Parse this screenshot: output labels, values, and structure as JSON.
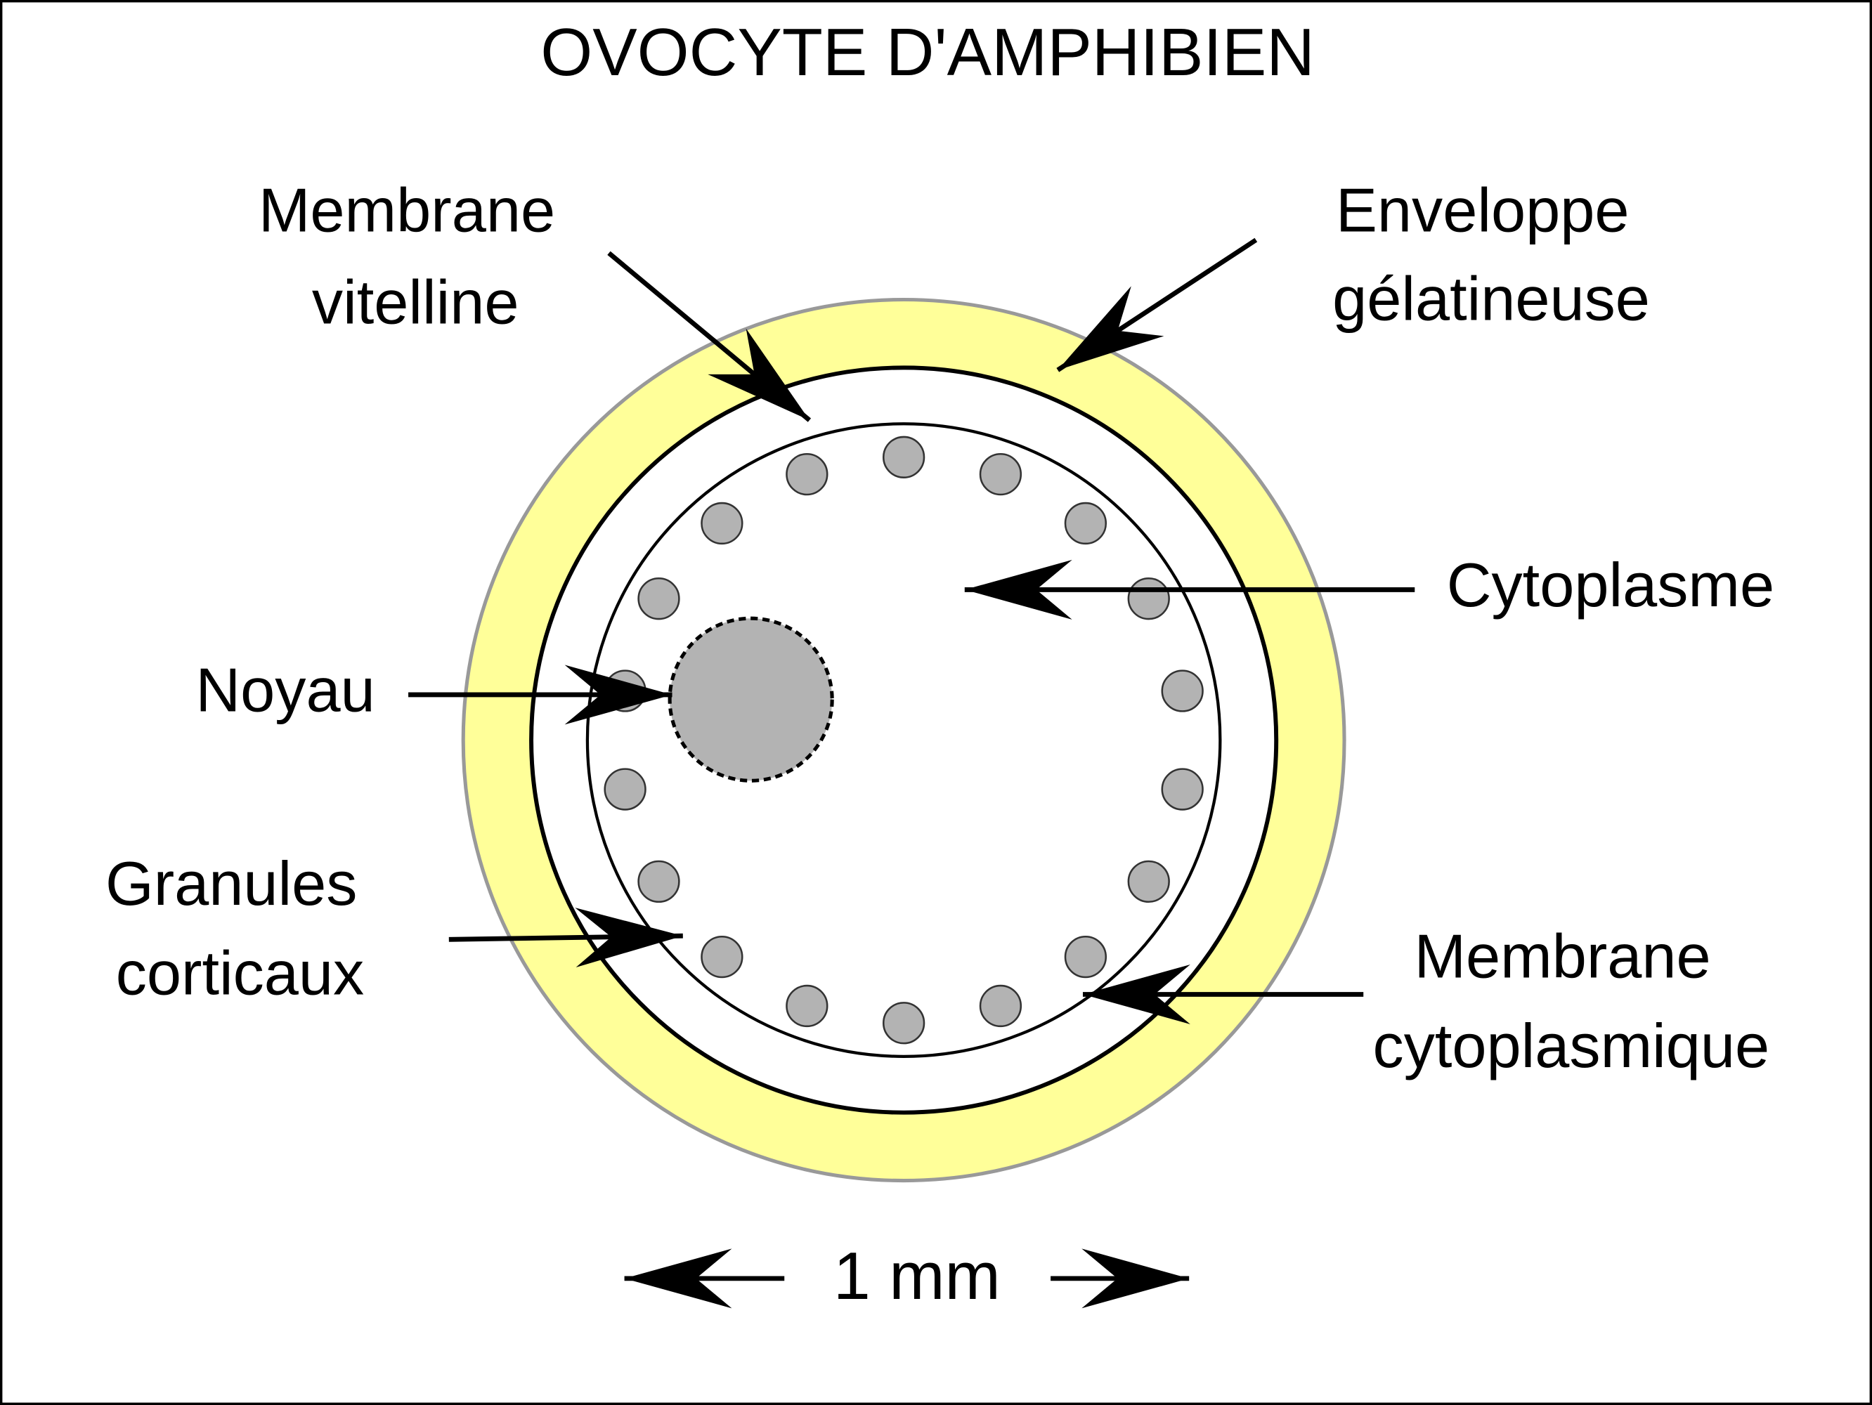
{
  "title": "OVOCYTE D'AMPHIBIEN",
  "labels": {
    "membrane_vitelline": [
      "Membrane",
      "vitelline"
    ],
    "enveloppe_gelatineuse": [
      "Enveloppe",
      "gélatineuse"
    ],
    "cytoplasme": "Cytoplasme",
    "noyau": "Noyau",
    "granules_corticaux": [
      "Granules",
      "corticaux"
    ],
    "membrane_cytoplasmique": [
      "Membrane",
      "cytoplasmique"
    ]
  },
  "scale": {
    "label": "1 mm"
  },
  "colors": {
    "background": "#ffffff",
    "frame": "#000000",
    "gelatinous_envelope_fill": "#ffff99",
    "gelatinous_envelope_stroke": "#999999",
    "granule_fill": "#b3b3b3",
    "nucleus_fill": "#b3b3b3",
    "line": "#000000"
  }
}
